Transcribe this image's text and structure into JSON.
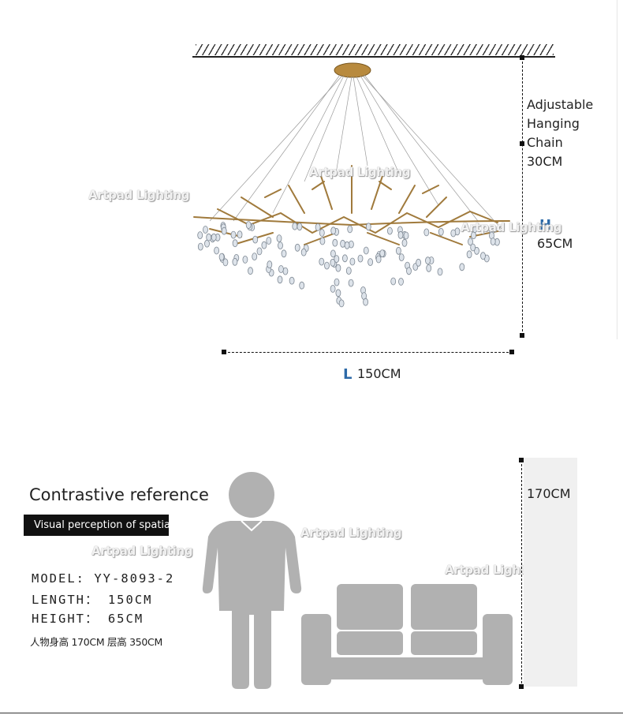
{
  "top": {
    "chain_label_lines": [
      "Adjustable",
      "Hanging",
      "Chain",
      "30CM"
    ],
    "height_letter": "H",
    "height_value": "65CM",
    "length_letter": "L",
    "length_value": "150CM"
  },
  "watermark": "Artpad Lighting",
  "reference": {
    "title": "Contrastive reference",
    "badge": "Visual perception of spatial",
    "model": "MODEL: YY-8093-2",
    "length": "LENGTH：  150CM",
    "height": "HEIGHT：  65CM",
    "note": "人物身高 170CM  层高 350CM",
    "person_height": "170CM"
  },
  "colors": {
    "accent": "#2d6aa8",
    "silhouette": "#b1b1b1",
    "chandelier_gold": "#a07a3c"
  }
}
